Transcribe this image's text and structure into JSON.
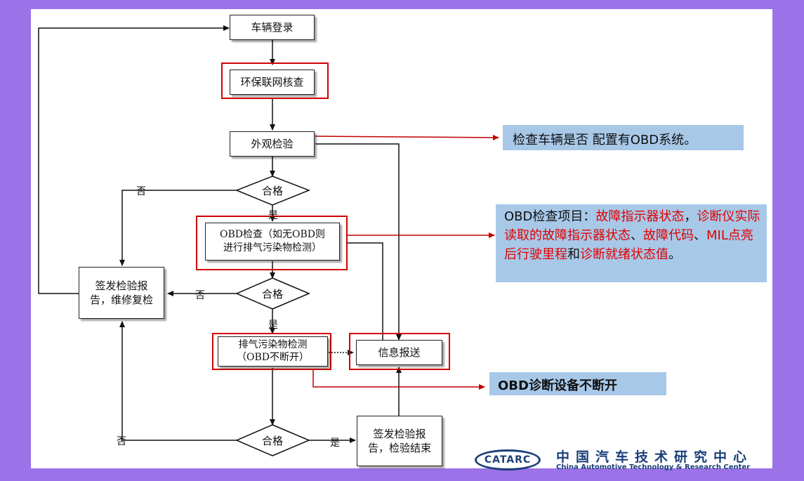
{
  "flow": {
    "step_login": "车辆登录",
    "step_env": "环保联网核查",
    "step_visual": "外观检验",
    "decision_1": "合格",
    "step_obd_line1": "OBD检查（如无OBD则",
    "step_obd_line2": "进行排气污染物检测）",
    "decision_2": "合格",
    "step_report_fix_line1": "签发检验报",
    "step_report_fix_line2": "告，维修复检",
    "step_emission_line1": "排气污染物检测",
    "step_emission_line2": "（OBD不断开）",
    "step_info": "信息报送",
    "decision_3": "合格",
    "step_report_end_line1": "签发检验报",
    "step_report_end_line2": "告，检验结束",
    "label_no": "否",
    "label_yes": "是"
  },
  "notes": {
    "note1": "检查车辆是否 配置有OBD系统。",
    "note2_p1": "OBD检查项目：",
    "note2_p2": "故障指示器状态",
    "note2_p3": "，",
    "note2_p4": "诊断仪实际读取的故障指示器状态",
    "note2_p5": "、",
    "note2_p6": "故障代码",
    "note2_p7": "、",
    "note2_p8": "MIL点亮后行驶里程",
    "note2_p9": "和",
    "note2_p10": "诊断就绪状态值",
    "note2_p11": "。",
    "note3": "OBD诊断设备不断开"
  },
  "logo": {
    "abbr": "CATARC",
    "cn": "中国汽车技术研究中心",
    "en": "China Automotive Technology & Research Center"
  },
  "colors": {
    "background": "#9b72e8",
    "highlight": "#d10000",
    "note_bg": "#a8c8e8"
  }
}
